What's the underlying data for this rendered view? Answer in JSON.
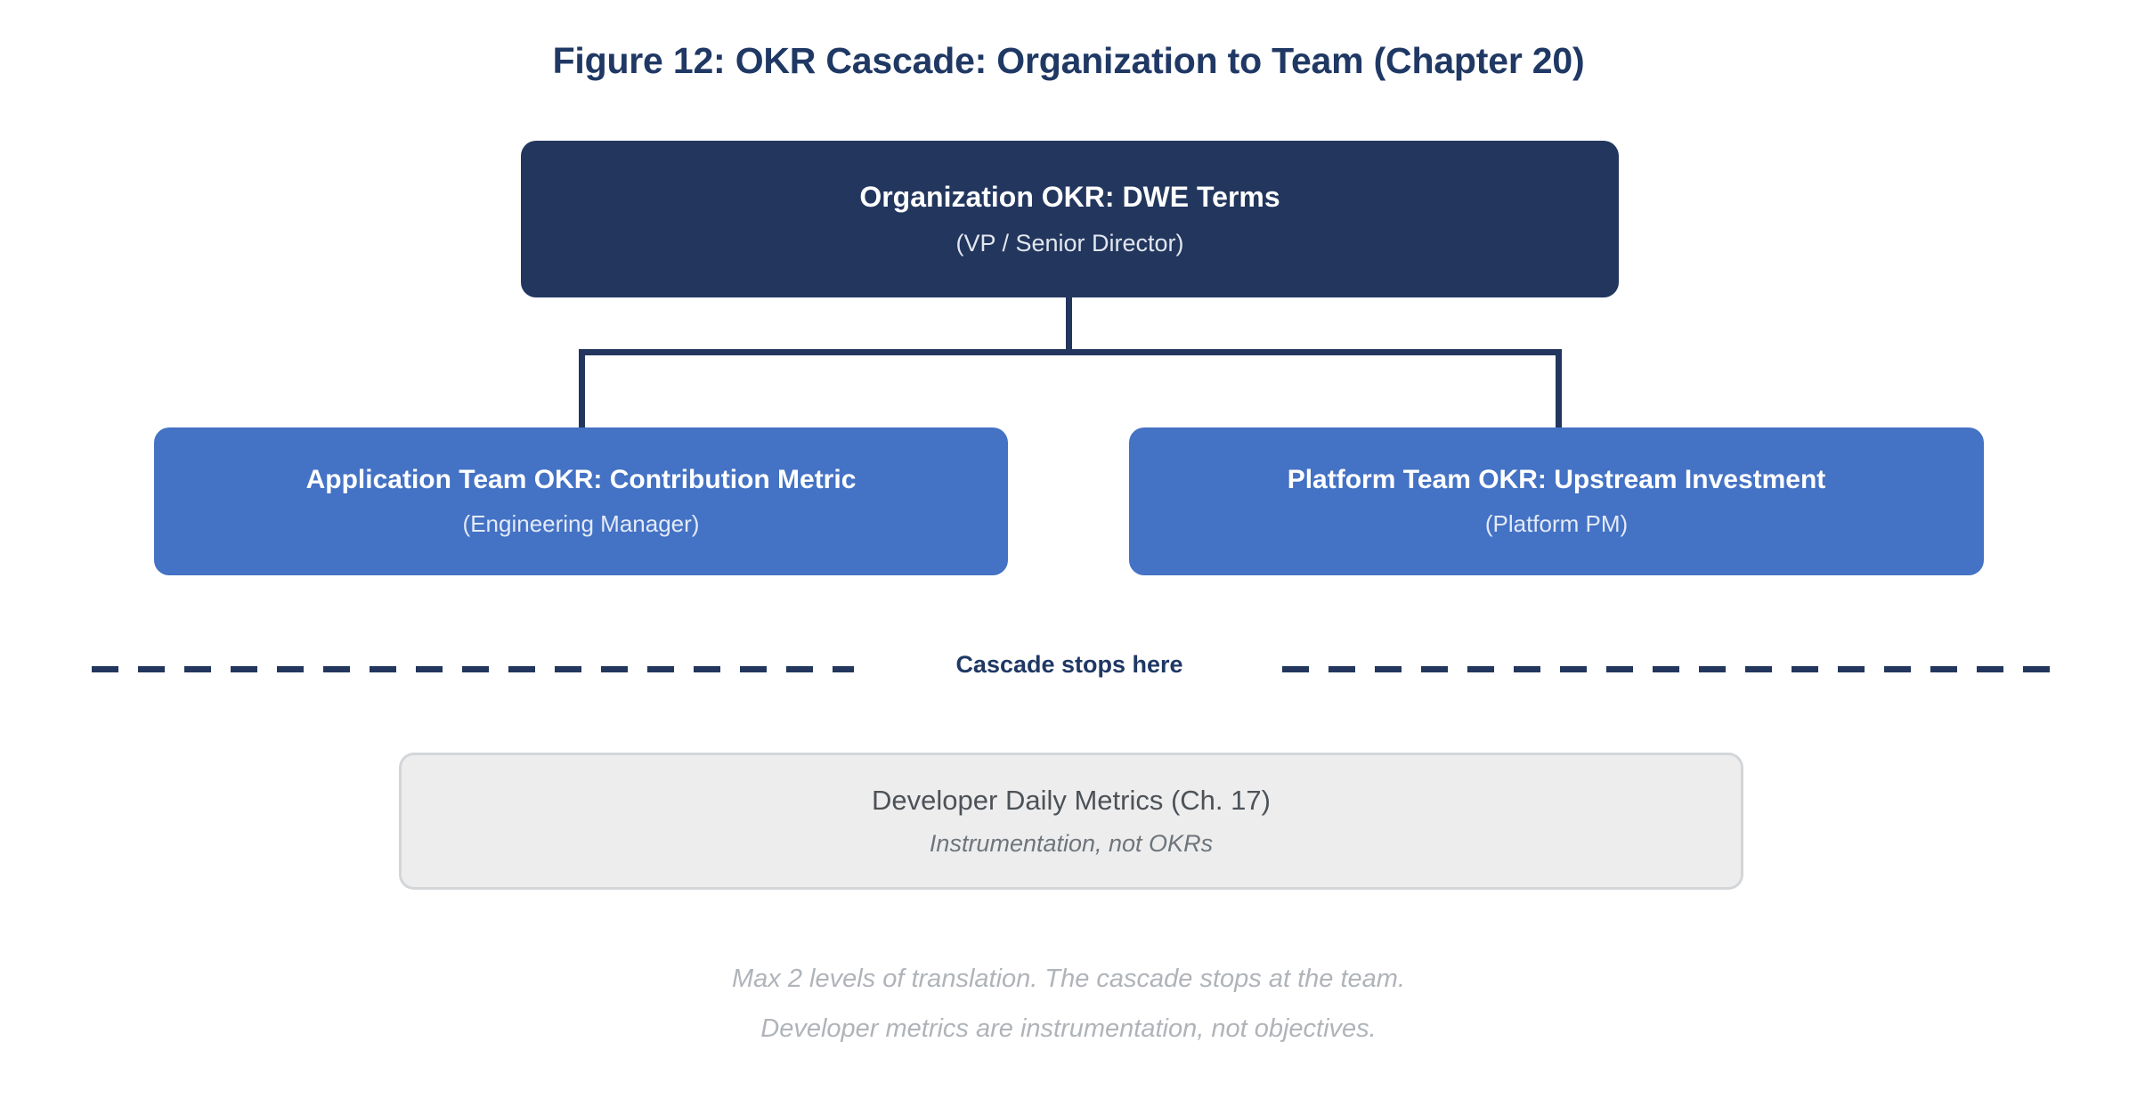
{
  "figure": {
    "title": "Figure 12: OKR Cascade: Organization to Team (Chapter 20)"
  },
  "nodes": {
    "organization": {
      "title": "Organization OKR: DWE Terms",
      "subtitle": "(VP / Senior Director)",
      "color": "#22365e"
    },
    "teams": [
      {
        "title": "Application Team OKR: Contribution Metric",
        "subtitle": "(Engineering Manager)",
        "color": "#4472c4"
      },
      {
        "title": "Platform Team OKR: Upstream Investment",
        "subtitle": "(Platform PM)",
        "color": "#4472c4"
      }
    ],
    "excluded": {
      "title": "Developer Daily Metrics (Ch. 17)",
      "subtitle": "Instrumentation, not OKRs",
      "color": "#ededed",
      "border_color": "#d3d6d9"
    }
  },
  "divider": {
    "label": "Cascade stops here",
    "color": "#22365e"
  },
  "footer": {
    "line1": "Max 2 levels of translation. The cascade stops at the team.",
    "line2": "Developer metrics are instrumentation, not objectives.",
    "color": "#b0b4b9"
  }
}
